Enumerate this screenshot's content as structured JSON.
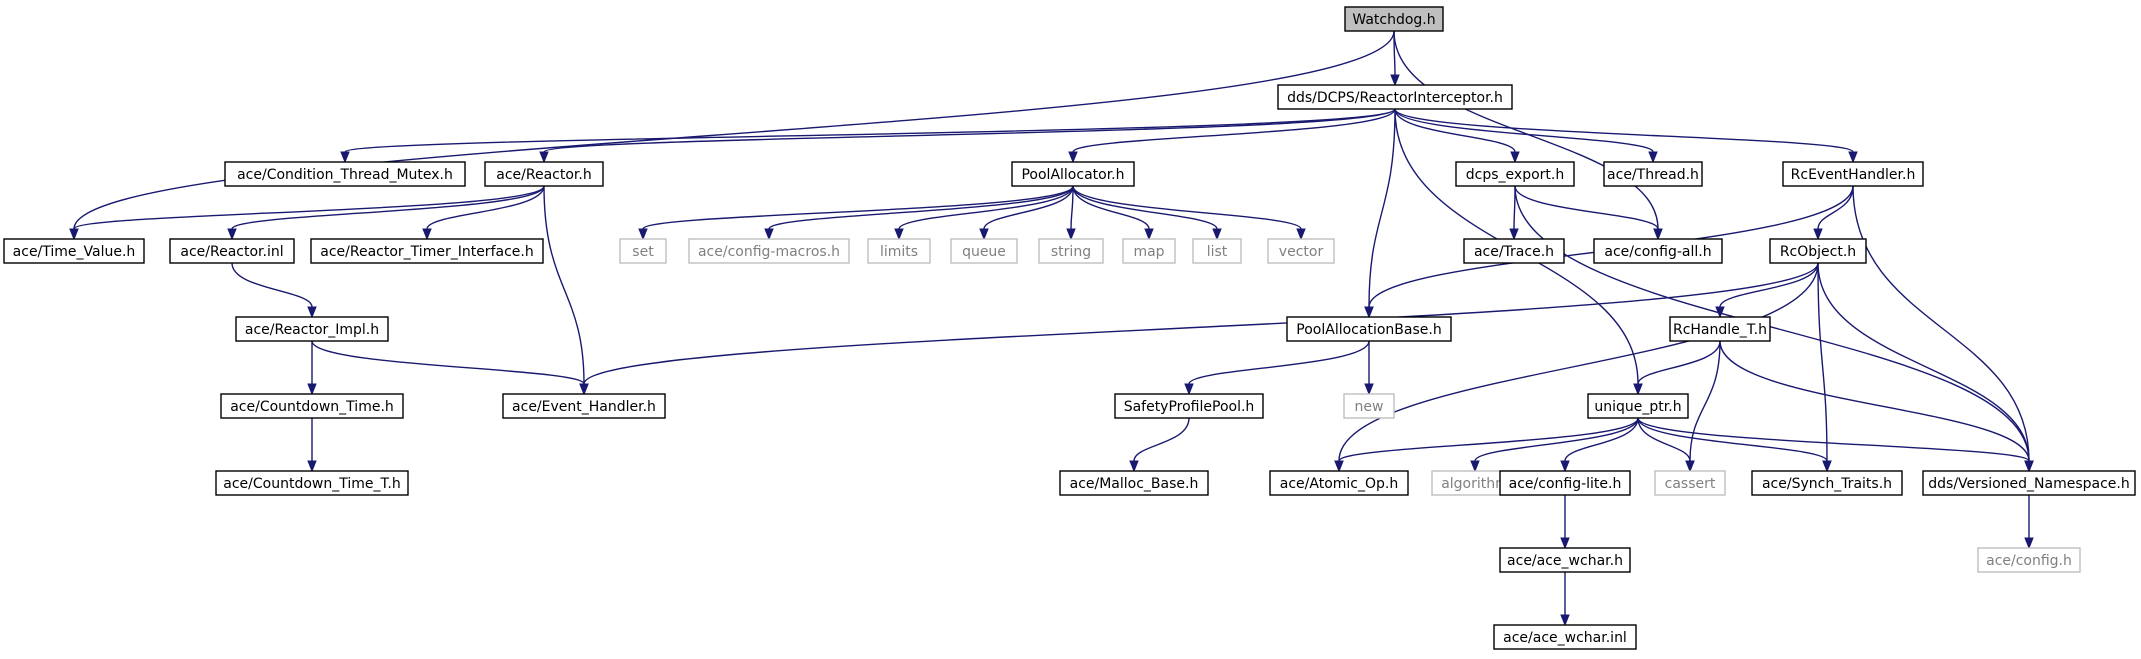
{
  "colors": {
    "edge": "#191970",
    "node_border": "#000000",
    "external_border": "#bfbfbf",
    "external_text": "#808080",
    "root_fill": "#bfbfbf"
  },
  "nodes": [
    {
      "id": "watchdog",
      "label": "Watchdog.h",
      "kind": "root"
    },
    {
      "id": "reactorinterceptor",
      "label": "dds/DCPS/ReactorInterceptor.h",
      "kind": "local"
    },
    {
      "id": "condition_thread_mutex",
      "label": "ace/Condition_Thread_Mutex.h",
      "kind": "local"
    },
    {
      "id": "reactor",
      "label": "ace/Reactor.h",
      "kind": "local"
    },
    {
      "id": "poolallocator",
      "label": "PoolAllocator.h",
      "kind": "local"
    },
    {
      "id": "dcps_export",
      "label": "dcps_export.h",
      "kind": "local"
    },
    {
      "id": "thread",
      "label": "ace/Thread.h",
      "kind": "local"
    },
    {
      "id": "rceventhandler",
      "label": "RcEventHandler.h",
      "kind": "local"
    },
    {
      "id": "time_value",
      "label": "ace/Time_Value.h",
      "kind": "local"
    },
    {
      "id": "reactor_inl",
      "label": "ace/Reactor.inl",
      "kind": "local"
    },
    {
      "id": "reactor_timer_interface",
      "label": "ace/Reactor_Timer_Interface.h",
      "kind": "local"
    },
    {
      "id": "set",
      "label": "set",
      "kind": "external"
    },
    {
      "id": "config_macros",
      "label": "ace/config-macros.h",
      "kind": "external"
    },
    {
      "id": "limits",
      "label": "limits",
      "kind": "external"
    },
    {
      "id": "queue",
      "label": "queue",
      "kind": "external"
    },
    {
      "id": "string",
      "label": "string",
      "kind": "external"
    },
    {
      "id": "map",
      "label": "map",
      "kind": "external"
    },
    {
      "id": "list",
      "label": "list",
      "kind": "external"
    },
    {
      "id": "vector",
      "label": "vector",
      "kind": "external"
    },
    {
      "id": "trace",
      "label": "ace/Trace.h",
      "kind": "local"
    },
    {
      "id": "config_all",
      "label": "ace/config-all.h",
      "kind": "local"
    },
    {
      "id": "rcobject",
      "label": "RcObject.h",
      "kind": "local"
    },
    {
      "id": "reactor_impl",
      "label": "ace/Reactor_Impl.h",
      "kind": "local"
    },
    {
      "id": "poolallocationbase",
      "label": "PoolAllocationBase.h",
      "kind": "local"
    },
    {
      "id": "rchandle_t",
      "label": "RcHandle_T.h",
      "kind": "local"
    },
    {
      "id": "countdown_time",
      "label": "ace/Countdown_Time.h",
      "kind": "local"
    },
    {
      "id": "event_handler",
      "label": "ace/Event_Handler.h",
      "kind": "local"
    },
    {
      "id": "safetyprofilepool",
      "label": "SafetyProfilePool.h",
      "kind": "local"
    },
    {
      "id": "new",
      "label": "new",
      "kind": "external"
    },
    {
      "id": "unique_ptr",
      "label": "unique_ptr.h",
      "kind": "local"
    },
    {
      "id": "countdown_time_t",
      "label": "ace/Countdown_Time_T.h",
      "kind": "local"
    },
    {
      "id": "malloc_base",
      "label": "ace/Malloc_Base.h",
      "kind": "local"
    },
    {
      "id": "atomic_op",
      "label": "ace/Atomic_Op.h",
      "kind": "local"
    },
    {
      "id": "algorithm",
      "label": "algorithm",
      "kind": "external"
    },
    {
      "id": "config_lite",
      "label": "ace/config-lite.h",
      "kind": "local"
    },
    {
      "id": "cassert",
      "label": "cassert",
      "kind": "external"
    },
    {
      "id": "synch_traits",
      "label": "ace/Synch_Traits.h",
      "kind": "local"
    },
    {
      "id": "versioned_namespace",
      "label": "dds/Versioned_Namespace.h",
      "kind": "local"
    },
    {
      "id": "ace_wchar",
      "label": "ace/ace_wchar.h",
      "kind": "local"
    },
    {
      "id": "config_h",
      "label": "ace/config.h",
      "kind": "external"
    },
    {
      "id": "ace_wchar_inl",
      "label": "ace/ace_wchar.inl",
      "kind": "local"
    }
  ],
  "edges": [
    [
      "watchdog",
      "reactorinterceptor"
    ],
    [
      "watchdog",
      "time_value"
    ],
    [
      "watchdog",
      "config_all"
    ],
    [
      "reactorinterceptor",
      "condition_thread_mutex"
    ],
    [
      "reactorinterceptor",
      "reactor"
    ],
    [
      "reactorinterceptor",
      "poolallocator"
    ],
    [
      "reactorinterceptor",
      "dcps_export"
    ],
    [
      "reactorinterceptor",
      "thread"
    ],
    [
      "reactorinterceptor",
      "rceventhandler"
    ],
    [
      "reactorinterceptor",
      "poolallocationbase"
    ],
    [
      "reactorinterceptor",
      "unique_ptr"
    ],
    [
      "reactor",
      "time_value"
    ],
    [
      "reactor",
      "reactor_inl"
    ],
    [
      "reactor",
      "reactor_timer_interface"
    ],
    [
      "reactor",
      "event_handler"
    ],
    [
      "reactor_inl",
      "reactor_impl"
    ],
    [
      "reactor_impl",
      "countdown_time"
    ],
    [
      "reactor_impl",
      "event_handler"
    ],
    [
      "countdown_time",
      "countdown_time_t"
    ],
    [
      "poolallocator",
      "set"
    ],
    [
      "poolallocator",
      "config_macros"
    ],
    [
      "poolallocator",
      "limits"
    ],
    [
      "poolallocator",
      "queue"
    ],
    [
      "poolallocator",
      "string"
    ],
    [
      "poolallocator",
      "map"
    ],
    [
      "poolallocator",
      "list"
    ],
    [
      "poolallocator",
      "vector"
    ],
    [
      "dcps_export",
      "trace"
    ],
    [
      "dcps_export",
      "config_all"
    ],
    [
      "dcps_export",
      "versioned_namespace"
    ],
    [
      "rceventhandler",
      "rcobject"
    ],
    [
      "rceventhandler",
      "poolallocationbase"
    ],
    [
      "rceventhandler",
      "versioned_namespace"
    ],
    [
      "rcobject",
      "event_handler"
    ],
    [
      "rcobject",
      "rchandle_t"
    ],
    [
      "rcobject",
      "atomic_op"
    ],
    [
      "rcobject",
      "synch_traits"
    ],
    [
      "rcobject",
      "versioned_namespace"
    ],
    [
      "rchandle_t",
      "unique_ptr"
    ],
    [
      "rchandle_t",
      "cassert"
    ],
    [
      "rchandle_t",
      "versioned_namespace"
    ],
    [
      "poolallocationbase",
      "safetyprofilepool"
    ],
    [
      "poolallocationbase",
      "new"
    ],
    [
      "safetyprofilepool",
      "malloc_base"
    ],
    [
      "unique_ptr",
      "atomic_op"
    ],
    [
      "unique_ptr",
      "algorithm"
    ],
    [
      "unique_ptr",
      "config_lite"
    ],
    [
      "unique_ptr",
      "cassert"
    ],
    [
      "unique_ptr",
      "synch_traits"
    ],
    [
      "unique_ptr",
      "versioned_namespace"
    ],
    [
      "config_lite",
      "ace_wchar"
    ],
    [
      "ace_wchar",
      "ace_wchar_inl"
    ],
    [
      "versioned_namespace",
      "config_h"
    ]
  ]
}
